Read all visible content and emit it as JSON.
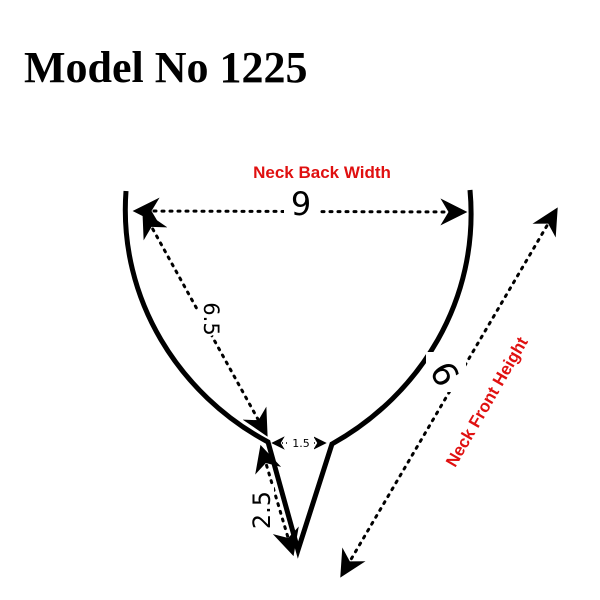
{
  "title": "Model No 1225",
  "labels": {
    "neck_back_width": "Neck Back Width",
    "neck_front_height": "Neck Front Height"
  },
  "dimensions": {
    "back_width": "9",
    "side_depth": "6.5",
    "v_opening": "1.5",
    "v_depth": "2.5",
    "front_height": "9"
  },
  "colors": {
    "label_red": "#e01010",
    "outline": "#000000"
  }
}
